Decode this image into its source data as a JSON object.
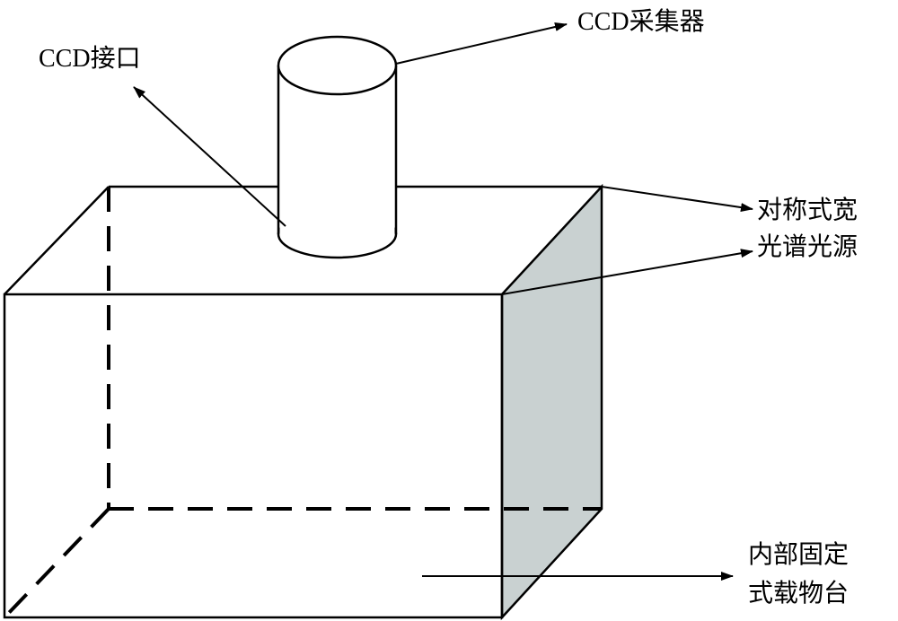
{
  "labels": {
    "ccd_collector": "CCD采集器",
    "ccd_interface": "CCD接口",
    "light_source_line1": "对称式宽",
    "light_source_line2": "光谱光源",
    "stage_line1": "内部固定",
    "stage_line2": "式载物台"
  },
  "colors": {
    "line": "#000000",
    "light_panel_fill": "#c9d1d1",
    "background": "#ffffff"
  }
}
